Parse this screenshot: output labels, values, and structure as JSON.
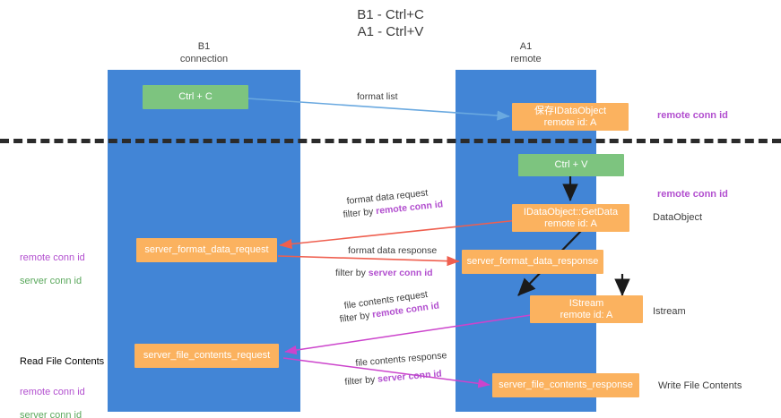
{
  "title": "B1 - Ctrl+C\nA1 - Ctrl+V",
  "colors": {
    "lane": "#4285d6",
    "green_node": "#7dc47f",
    "orange_node": "#fbb25f",
    "remote_conn_id": "#b24fcf",
    "server_conn_id": "#5aa85c",
    "arrow_blue": "#6aa9e0",
    "arrow_red": "#ef5f4f",
    "arrow_magenta": "#cc44cc",
    "arrow_black": "#1a1a1a",
    "separator": "#2b2b2b"
  },
  "lanes": [
    {
      "id": "b1",
      "heading": "B1\nconnection"
    },
    {
      "id": "a1",
      "heading": "A1\nremote"
    }
  ],
  "nodes": [
    {
      "id": "ctrl-c",
      "kind": "green",
      "lines": [
        "Ctrl + C"
      ]
    },
    {
      "id": "save-idataobject",
      "kind": "orange",
      "lines": [
        "保存IDataObject",
        "remote id: A"
      ]
    },
    {
      "id": "ctrl-v",
      "kind": "green",
      "lines": [
        "Ctrl + V"
      ]
    },
    {
      "id": "getdata",
      "kind": "orange",
      "lines": [
        "IDataObject::GetData",
        "remote id: A"
      ]
    },
    {
      "id": "server-format-data-request",
      "kind": "orange",
      "lines": [
        "server_format_data_request"
      ]
    },
    {
      "id": "server-format-data-response",
      "kind": "orange",
      "lines": [
        "server_format_data_response"
      ]
    },
    {
      "id": "istream",
      "kind": "orange",
      "lines": [
        "IStream",
        "remote id: A"
      ]
    },
    {
      "id": "server-file-contents-request",
      "kind": "orange",
      "lines": [
        "server_file_contents_request"
      ]
    },
    {
      "id": "server-file-contents-response",
      "kind": "orange",
      "lines": [
        "server_file_contents_response"
      ]
    }
  ],
  "right_labels": [
    {
      "id": "remote-conn-id-top",
      "text": "remote conn id",
      "color": "remote_conn_id",
      "bold": true
    },
    {
      "id": "remote-conn-id-second",
      "text": "remote conn id",
      "color": "remote_conn_id",
      "bold": true
    },
    {
      "id": "dataobject",
      "text": "DataObject",
      "color": "dark",
      "bold": false
    },
    {
      "id": "istream",
      "text": "Istream",
      "color": "dark",
      "bold": false
    },
    {
      "id": "write-file-contents",
      "text": "Write File Contents",
      "color": "dark",
      "bold": false
    }
  ],
  "left_labels": [
    {
      "id": "conn-ids-middle",
      "line1": "remote conn id",
      "line2": "server conn id"
    },
    {
      "id": "read-file-contents",
      "title": "Read File Contents",
      "line1": "remote conn id",
      "line2": "server conn id"
    }
  ],
  "edges": [
    {
      "id": "format-list",
      "label": "format list",
      "filter": "",
      "filter_key": "",
      "color": "arrow_blue"
    },
    {
      "id": "format-data-request",
      "label": "format data request",
      "filter": "filter by ",
      "filter_key": "remote conn id",
      "color": "arrow_red"
    },
    {
      "id": "format-data-response",
      "label": "format data response",
      "filter": "filter by ",
      "filter_key": "server conn id",
      "color": "arrow_red"
    },
    {
      "id": "file-contents-request",
      "label": "file contents request",
      "filter": "filter by ",
      "filter_key": "remote conn id",
      "color": "arrow_magenta"
    },
    {
      "id": "file-contents-response",
      "label": "file contents response",
      "filter": "filter by ",
      "filter_key": "server conn id",
      "color": "arrow_magenta"
    }
  ]
}
